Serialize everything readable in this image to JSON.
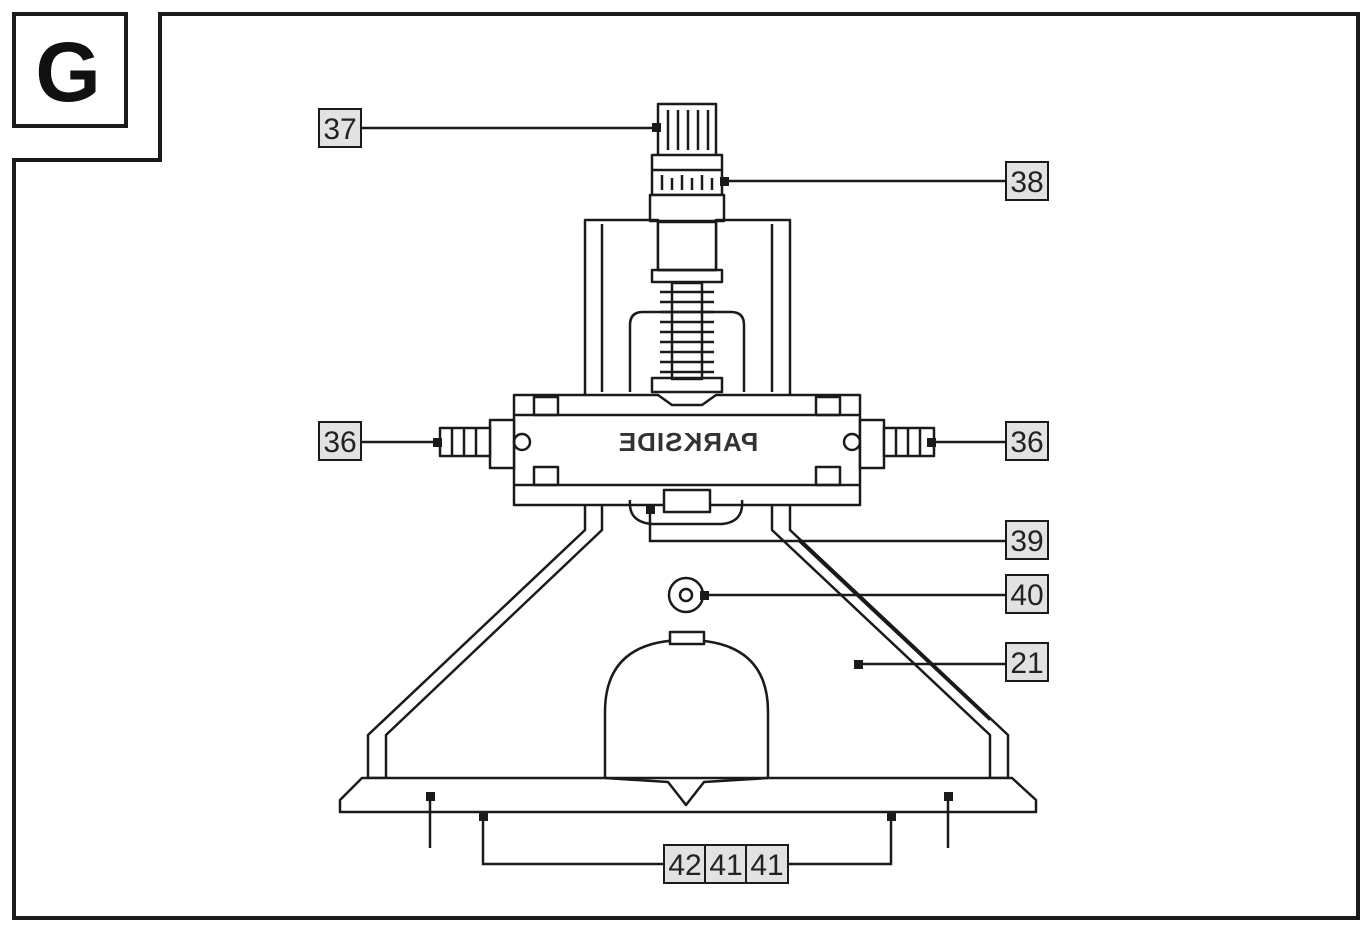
{
  "figure": {
    "section_letter": "G",
    "brand_text": "PARKSIDE",
    "colors": {
      "ink": "#1a1a1a",
      "label_bg": "#e2e2e2",
      "background": "#ffffff"
    }
  },
  "callouts": {
    "c37": "37",
    "c38": "38",
    "c36_left": "36",
    "c36_right": "36",
    "c39": "39",
    "c40": "40",
    "c21": "21",
    "c42": "42",
    "c41_a": "41",
    "c41_b": "41"
  }
}
